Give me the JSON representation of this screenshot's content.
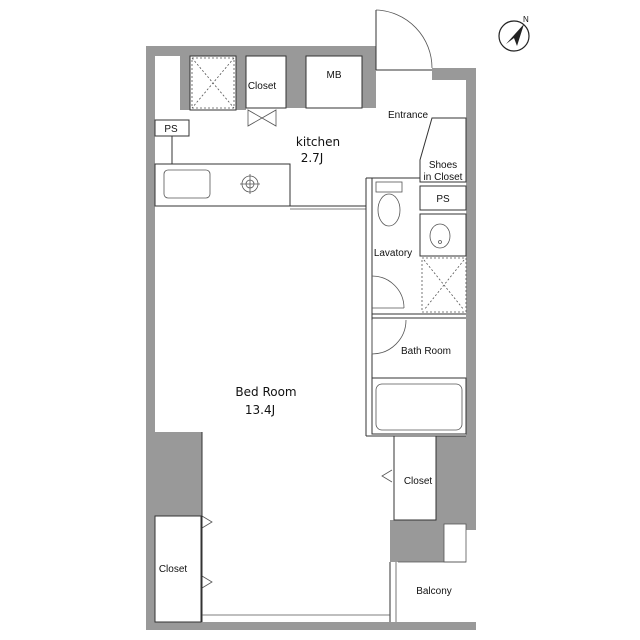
{
  "compass": {
    "north_label": "N"
  },
  "rooms": {
    "closet_top": "Closet",
    "mb": "MB",
    "entrance": "Entrance",
    "ps_left": "PS",
    "kitchen": "kitchen",
    "kitchen_size": "2.7J",
    "shoes": "Shoes",
    "shoes_line2": "in Closet",
    "ps_right": "PS",
    "lavatory": "Lavatory",
    "bath": "Bath Room",
    "bedroom": "Bed Room",
    "bedroom_size": "13.4J",
    "closet_right": "Closet",
    "closet_bottom": "Closet",
    "balcony": "Balcony"
  }
}
